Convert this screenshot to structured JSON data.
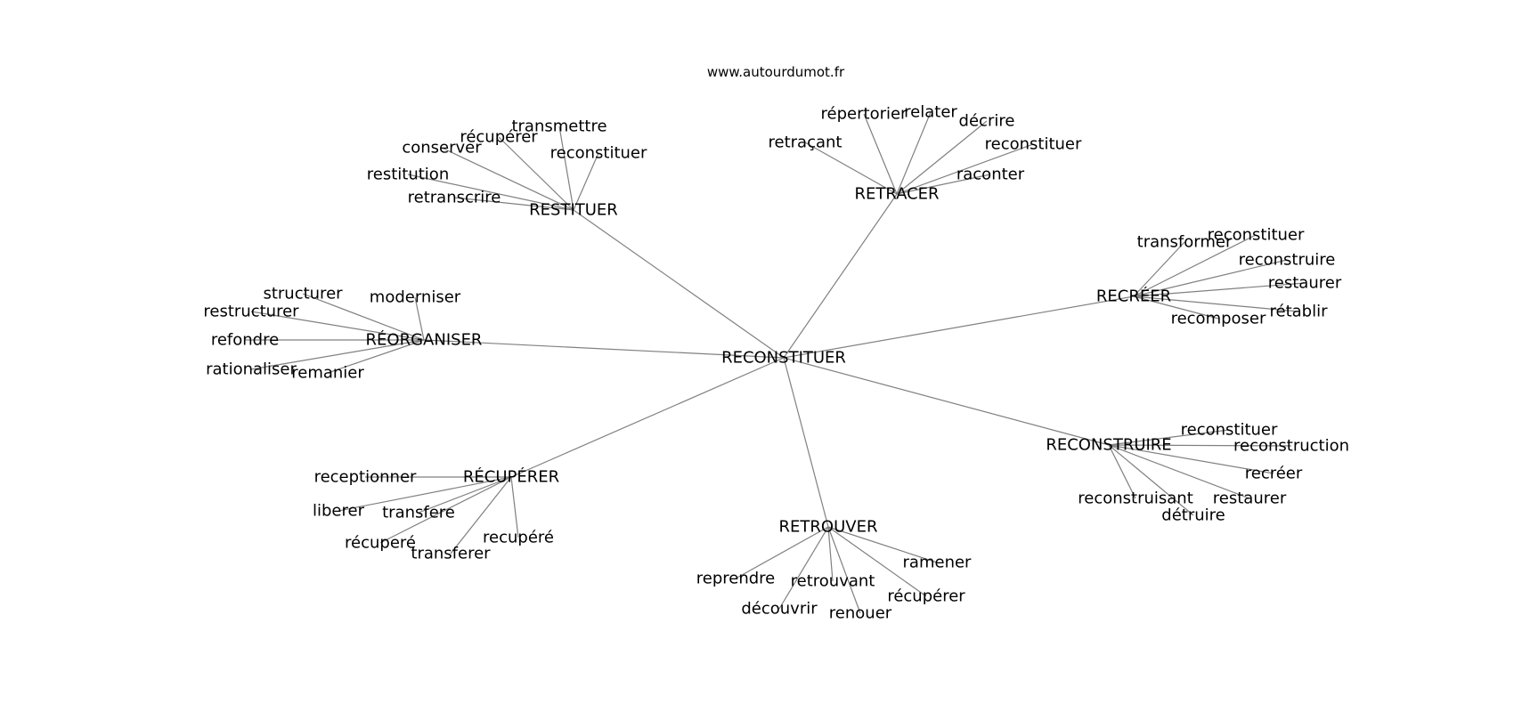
{
  "source": "www.autourdumot.fr",
  "graph": {
    "center": "RECONSTITUER",
    "branches": [
      {
        "label": "RESTITUER",
        "leaves": [
          "transmettre",
          "récupérer",
          "conserver",
          "reconstituer",
          "restitution",
          "retranscrire"
        ]
      },
      {
        "label": "RETRACER",
        "leaves": [
          "répertorier",
          "relater",
          "décrire",
          "reconstituer",
          "retraçant",
          "raconter"
        ]
      },
      {
        "label": "RECRÉER",
        "leaves": [
          "transformer",
          "reconstituer",
          "reconstruire",
          "restaurer",
          "rétablir",
          "recomposer"
        ]
      },
      {
        "label": "RÉORGANISER",
        "leaves": [
          "structurer",
          "moderniser",
          "restructurer",
          "refondre",
          "rationaliser",
          "remanier"
        ]
      },
      {
        "label": "RECONSTRUIRE",
        "leaves": [
          "reconstituer",
          "reconstruction",
          "recréer",
          "reconstruisant",
          "restaurer",
          "détruire"
        ]
      },
      {
        "label": "RÉCUPÉRER",
        "leaves": [
          "receptionner",
          "liberer",
          "transfere",
          "récuperé",
          "recupéré",
          "transferer"
        ]
      },
      {
        "label": "RETROUVER",
        "leaves": [
          "ramener",
          "reprendre",
          "retrouvant",
          "récupérer",
          "découvrir",
          "renouer"
        ]
      }
    ]
  }
}
